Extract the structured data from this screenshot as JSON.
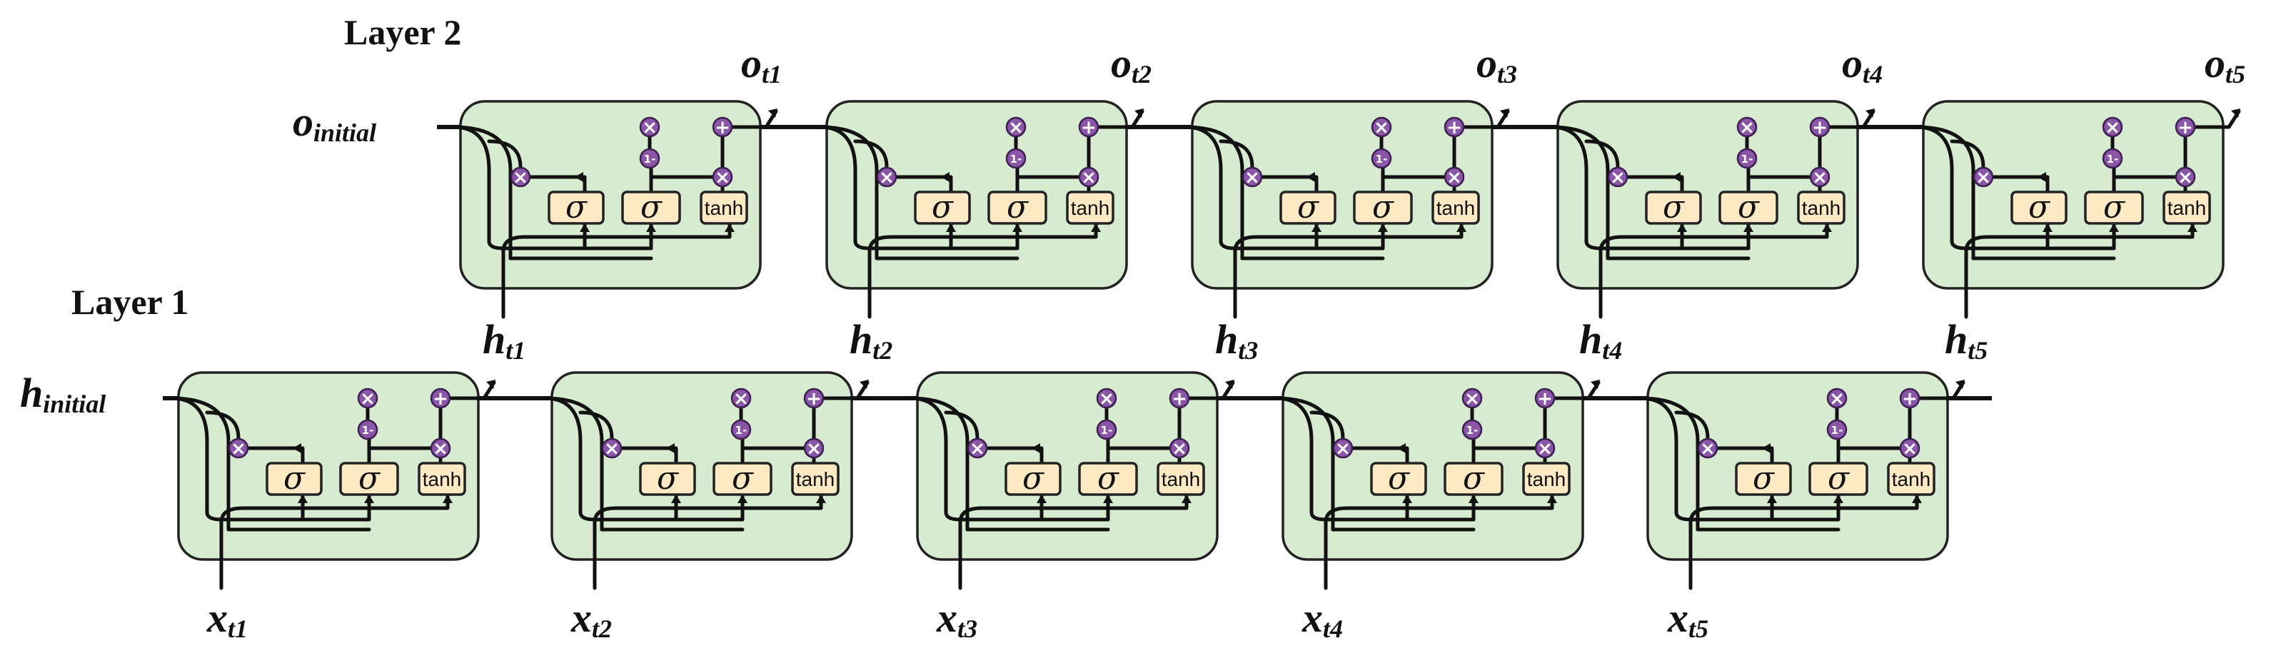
{
  "layers": {
    "layer2": {
      "title": "Layer 2",
      "initial_main": "o",
      "initial_sub": "initial",
      "outputs": [
        {
          "main": "o",
          "sub": "t1"
        },
        {
          "main": "o",
          "sub": "t2"
        },
        {
          "main": "o",
          "sub": "t3"
        },
        {
          "main": "o",
          "sub": "t4"
        },
        {
          "main": "o",
          "sub": "t5"
        }
      ]
    },
    "layer1": {
      "title": "Layer 1",
      "initial_main": "h",
      "initial_sub": "initial",
      "outputs": [
        {
          "main": "h",
          "sub": "t1"
        },
        {
          "main": "h",
          "sub": "t2"
        },
        {
          "main": "h",
          "sub": "t3"
        },
        {
          "main": "h",
          "sub": "t4"
        },
        {
          "main": "h",
          "sub": "t5"
        }
      ],
      "inputs": [
        {
          "main": "x",
          "sub": "t1"
        },
        {
          "main": "x",
          "sub": "t2"
        },
        {
          "main": "x",
          "sub": "t3"
        },
        {
          "main": "x",
          "sub": "t4"
        },
        {
          "main": "x",
          "sub": "t5"
        }
      ]
    }
  },
  "cell": {
    "gate1": "σ",
    "gate2": "σ",
    "gate3": "tanh",
    "multiply_symbol": "×",
    "add_symbol": "+",
    "one_minus_symbol": "1-"
  },
  "colors": {
    "cell_fill": "#d6ebcf",
    "gate_fill": "#fde9c3",
    "operator_fill": "#8a56a8"
  }
}
